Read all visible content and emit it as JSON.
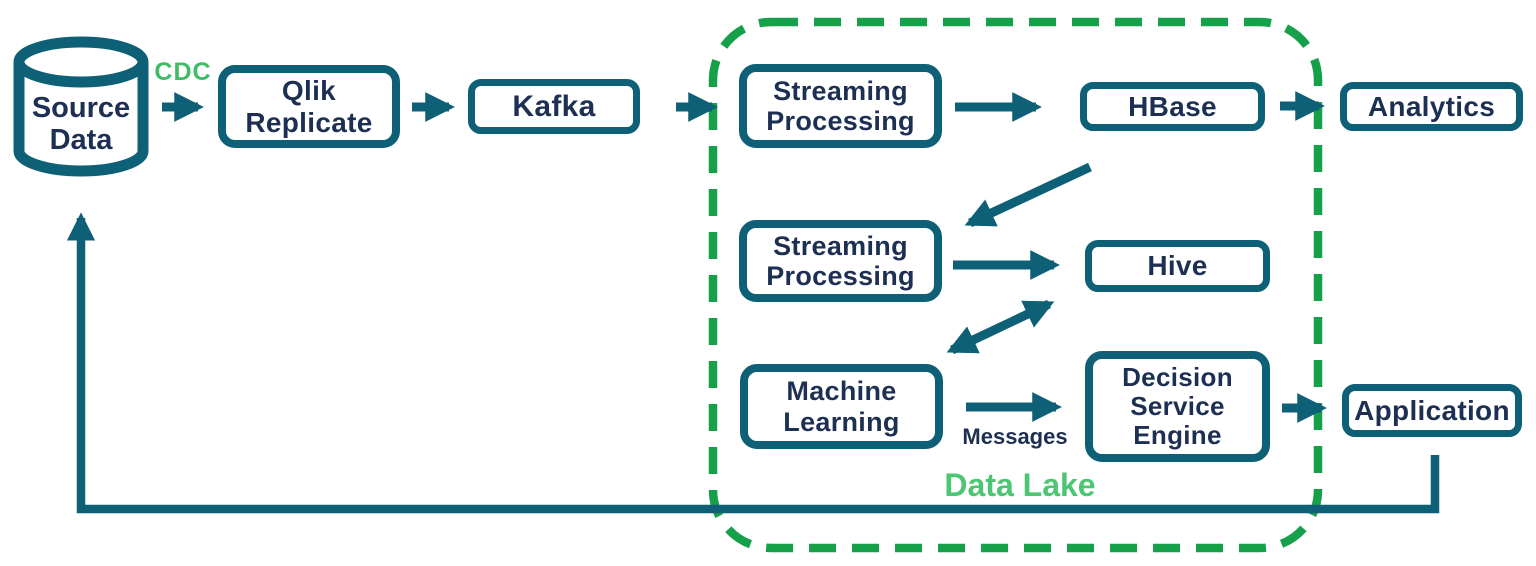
{
  "colors": {
    "teal": "#0e6077",
    "navy": "#1d3054",
    "cdc_green": "#3ebd66",
    "data_lake_label_green": "#4cc673",
    "data_lake_border_green": "#16a04a",
    "background": "#ffffff"
  },
  "nodes": {
    "source_data": {
      "label": "Source\nData"
    },
    "qlik_replicate": {
      "label": "Qlik\nReplicate"
    },
    "kafka": {
      "label": "Kafka"
    },
    "streaming_processing_1": {
      "label": "Streaming\nProcessing"
    },
    "hbase": {
      "label": "HBase"
    },
    "analytics": {
      "label": "Analytics"
    },
    "streaming_processing_2": {
      "label": "Streaming\nProcessing"
    },
    "hive": {
      "label": "Hive"
    },
    "machine_learning": {
      "label": "Machine\nLearning"
    },
    "decision_service_engine": {
      "label": "Decision\nService\nEngine"
    },
    "application": {
      "label": "Application"
    }
  },
  "labels": {
    "cdc": "CDC",
    "messages": "Messages",
    "data_lake": "Data Lake"
  },
  "edges": [
    {
      "from": "Source Data",
      "to": "Qlik Replicate",
      "label": "CDC"
    },
    {
      "from": "Qlik Replicate",
      "to": "Kafka"
    },
    {
      "from": "Kafka",
      "to": "Streaming Processing"
    },
    {
      "from": "Streaming Processing",
      "to": "HBase"
    },
    {
      "from": "HBase",
      "to": "Analytics"
    },
    {
      "from": "HBase",
      "to": "Streaming Processing (2)"
    },
    {
      "from": "Streaming Processing (2)",
      "to": "Hive"
    },
    {
      "from": "Hive",
      "to": "Machine Learning",
      "bidirectional": true
    },
    {
      "from": "Machine Learning",
      "to": "Decision Service Engine",
      "label": "Messages"
    },
    {
      "from": "Decision Service Engine",
      "to": "Application"
    },
    {
      "from": "Application",
      "to": "Source Data"
    }
  ],
  "groups": {
    "data_lake": {
      "label": "Data Lake",
      "members": [
        "Streaming Processing",
        "HBase",
        "Streaming Processing (2)",
        "Hive",
        "Machine Learning",
        "Decision Service Engine"
      ]
    }
  }
}
